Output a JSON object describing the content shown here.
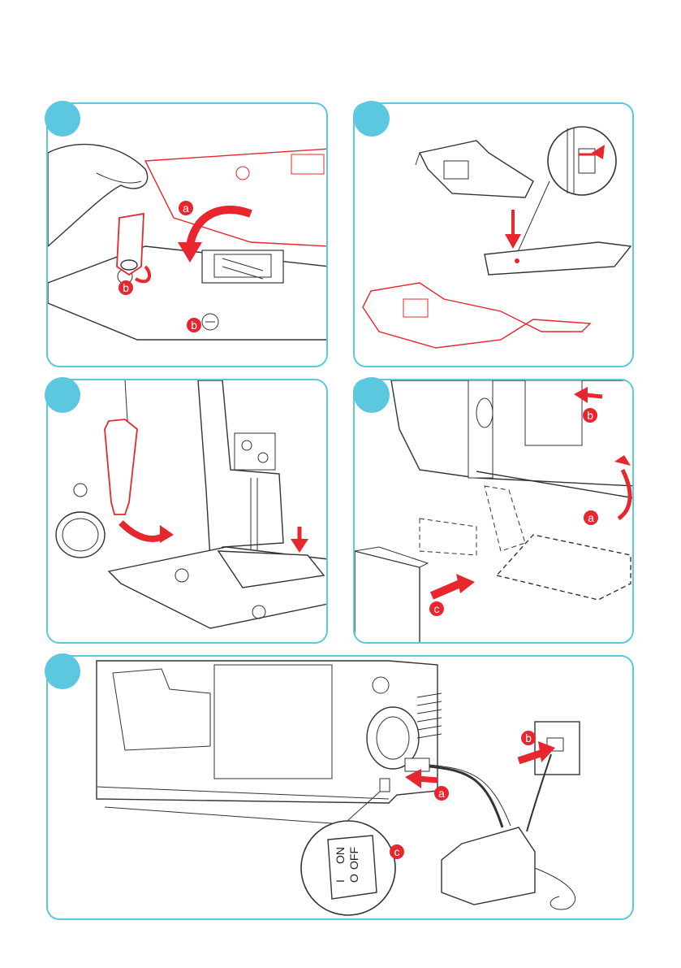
{
  "colors": {
    "accent": "#5cc8df",
    "highlight": "#e8262e",
    "line": "#333333"
  },
  "panels": [
    {
      "labels": [
        "a",
        "b",
        "b"
      ]
    },
    {
      "labels": []
    },
    {
      "labels": []
    },
    {
      "labels": [
        "b",
        "a",
        "c"
      ]
    },
    {
      "labels": [
        "b",
        "a",
        "c"
      ],
      "switch": {
        "on": "ON",
        "off": "OFF",
        "i": "I",
        "o": "O"
      }
    }
  ]
}
